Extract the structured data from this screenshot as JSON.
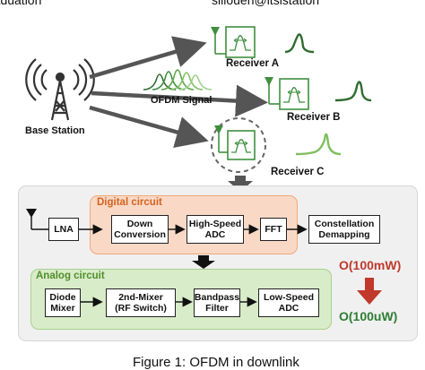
{
  "header": {
    "left_fragment": "raduation",
    "right_fragment": "siliouen@itsistation"
  },
  "scene": {
    "base_station": "Base Station",
    "ofdm_signal": "OFDM Signal",
    "receivers": [
      "Receiver A",
      "Receiver B",
      "Receiver C"
    ]
  },
  "digital": {
    "title": "Digital circuit",
    "blocks": [
      "LNA",
      "Down\nConversion",
      "High-Speed\nADC",
      "FFT",
      "Constellation\nDemapping"
    ]
  },
  "analog": {
    "title": "Analog circuit",
    "blocks": [
      "Diode\nMixer",
      "2nd-Mixer\n(RF Switch)",
      "Bandpass\nFilter",
      "Low-Speed\nADC"
    ]
  },
  "power": {
    "high": "O(100mW)",
    "low": "O(100uW)"
  },
  "caption": "Figure 1: OFDM in downlink",
  "colors": {
    "digital_fill": "#f9d9c6",
    "digital_border": "#f0a878",
    "digital_title": "#d4621f",
    "analog_fill": "#d9ecc9",
    "analog_border": "#a8d08d",
    "analog_title": "#4e8f2b",
    "power_red": "#c0392b",
    "signal_green": "#2f6b2f",
    "signal_light_green": "#7fbf5f",
    "antenna_green": "#3f8f3f",
    "panel_gray": "#f0f0f0"
  },
  "icons": [
    "cell-tower-icon",
    "antenna-icon",
    "bandpass-filter-icon",
    "waveform-icon"
  ]
}
